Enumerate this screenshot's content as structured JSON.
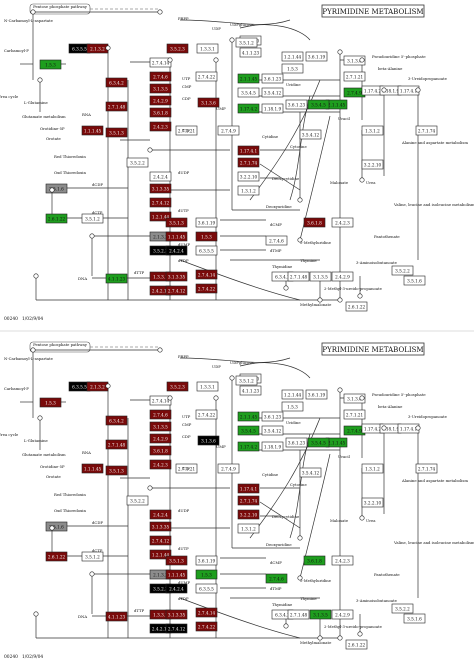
{
  "panels": [
    {
      "title": "PYRIMIDINE METABOLISM",
      "footer_code": "00240",
      "footer_date": "1/02/9/04",
      "boxes": [
        "1.5.3",
        "6.3.5.5",
        "2.1.3.2",
        "3.5.2.3",
        "1.3.3.1",
        "2.4.2.10",
        "4.1.1.23",
        "2.7.4.14",
        "2.7.4.22",
        "2.7.4.6",
        "6.3.4.2",
        "2.7.1.48",
        "3.1.3.5",
        "2.4.2.9",
        "3.6.1.8",
        "2.4.2.3",
        "3.1.3.6",
        "2.7.1.21",
        "2.7.4.9",
        "2.1.1.45",
        "3.6.1.23",
        "3.5.4.5",
        "3.5.4.12",
        "1.17.4.2",
        "1.18.1.9",
        "1.17.4.1",
        "2.7.1.74",
        "3.2.2.10",
        "1.3.1.2",
        "3.5.2.2",
        "3.5.1.6",
        "2.6.1.22",
        "3.5.1.2",
        "3.5.1.3",
        "1.1.1.45",
        "2.4.2.4",
        "3.1.3.35",
        "2.7.4.12",
        "1.2.1.44",
        "3.6.1.19"
      ],
      "labels": [
        "Pentose phosphate pathway",
        "N-Carbamoyl-L-aspartate",
        "Carbamoyl-P",
        "PRPP",
        "Urea cycle",
        "L-Glutamine",
        "Glutamate metabolism",
        "UDP",
        "UDPglucose",
        "Uridine",
        "Uracil",
        "Cytidine",
        "Cytosine",
        "CMP",
        "CDP",
        "CTP",
        "UTP",
        "UMP",
        "dCDP",
        "dCTP",
        "dUDP",
        "dUTP",
        "dUMP",
        "dTDP",
        "dTTP",
        "dTMP",
        "dCMP",
        "Thymidine",
        "Thymine",
        "Deoxyuridine",
        "Deoxycytidine",
        "Red Thioredoxin",
        "Oxd Thioredoxin",
        "Orotate",
        "Orotidine-5P",
        "beta-Alanine",
        "3-Ureidopropanoate",
        "Pseudouridine 5'-phosphate",
        "Alanine and aspartate metabolism",
        "Valine, leucine and isoleucine metabolism",
        "Malonate",
        "Urea",
        "5-Methyluridine",
        "2-Methyl-3-ureido-propanoate",
        "3-Aminoisobutanoate",
        "Methylmalonate",
        "Pantothenate",
        "DNA",
        "RNA"
      ]
    },
    {
      "title": "PYRIMIDINE METABOLISM",
      "footer_code": "00240",
      "footer_date": "1/02/9/04",
      "boxes": [
        "1.5.3",
        "6.3.5.5",
        "2.1.3.2",
        "3.5.2.3",
        "1.3.3.1",
        "2.4.2.10",
        "4.1.1.23",
        "2.7.4.14",
        "2.7.4.22",
        "2.7.4.6",
        "6.3.4.2",
        "2.7.1.48",
        "3.1.3.5",
        "2.4.2.9",
        "3.6.1.8",
        "2.4.2.3",
        "3.1.3.6",
        "2.7.1.21",
        "2.7.4.9",
        "2.1.1.45",
        "3.6.1.23",
        "3.5.4.5",
        "3.5.4.12",
        "1.17.4.2",
        "1.18.1.9",
        "1.17.4.1",
        "2.7.1.74",
        "3.2.2.10",
        "1.3.1.2",
        "3.5.2.2",
        "3.5.1.6",
        "2.6.1.22",
        "3.5.1.2",
        "3.5.1.3",
        "1.1.1.45",
        "2.4.2.4",
        "3.1.3.35",
        "2.7.4.12",
        "1.2.1.44",
        "3.6.1.19"
      ],
      "labels": [
        "Pentose phosphate pathway",
        "N-Carbamoyl-L-aspartate",
        "Carbamoyl-P",
        "PRPP",
        "Urea cycle",
        "L-Glutamine",
        "Glutamate metabolism",
        "UDP",
        "UDPglucose",
        "Uridine",
        "Uracil",
        "Cytidine",
        "Cytosine",
        "CMP",
        "CDP",
        "CTP",
        "UTP",
        "UMP",
        "dCDP",
        "dCTP",
        "dUDP",
        "dUTP",
        "dUMP",
        "dTDP",
        "dTTP",
        "dTMP",
        "dCMP",
        "Thymidine",
        "Thymine",
        "Deoxyuridine",
        "Deoxycytidine",
        "Red Thioredoxin",
        "Oxd Thioredoxin",
        "Orotate",
        "Orotidine-5P",
        "beta-Alanine",
        "3-Ureidopropanoate",
        "Pseudouridine 5'-phosphate",
        "Alanine and aspartate metabolism",
        "Valine, leucine and isoleucine metabolism",
        "Malonate",
        "Urea",
        "5-Methyluridine",
        "2-Methyl-3-ureido-propanoate",
        "3-Aminoisobutanoate",
        "Methylmalonate",
        "Pantothenate",
        "DNA",
        "RNA"
      ]
    }
  ],
  "colors": {
    "up": "#7a0a0a",
    "down": "#1e9e1e",
    "absent": "#8c8c8c",
    "missing": "#000000",
    "neutral": "#ffffff"
  }
}
